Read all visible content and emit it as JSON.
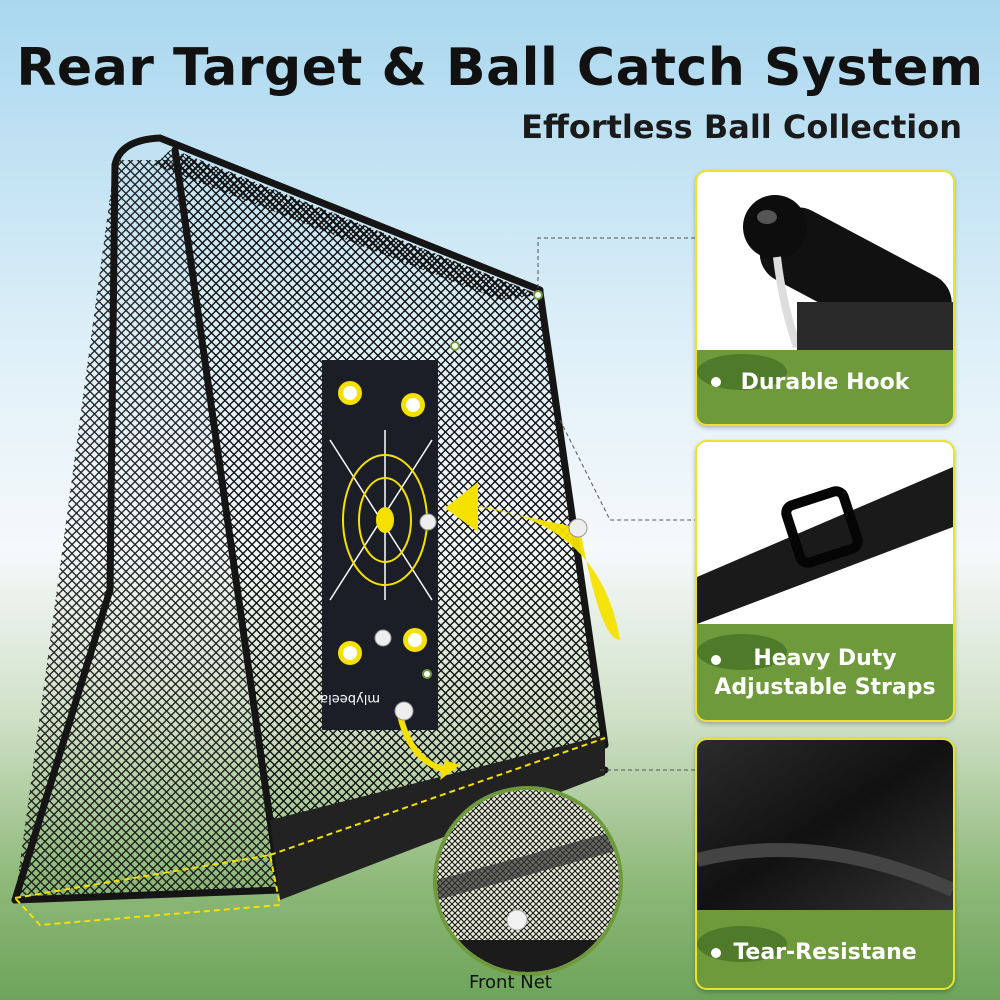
{
  "headline": "Rear Target & Ball Catch System",
  "subheadline": "Effortless Ball Collection",
  "target_brand": "mlybeela",
  "features": [
    {
      "label": "Durable Hook"
    },
    {
      "label": "Heavy Duty\nAdjustable Straps"
    },
    {
      "label": "Tear-Resistane"
    }
  ],
  "callout": {
    "label": "Front Net"
  },
  "colors": {
    "accent_yellow": "#f5e100",
    "card_green": "#6e9a3c",
    "card_border": "#eae22e",
    "frame_black": "#151515"
  },
  "icons": [
    "curved-arrow",
    "golf-ball",
    "bullseye-target"
  ]
}
